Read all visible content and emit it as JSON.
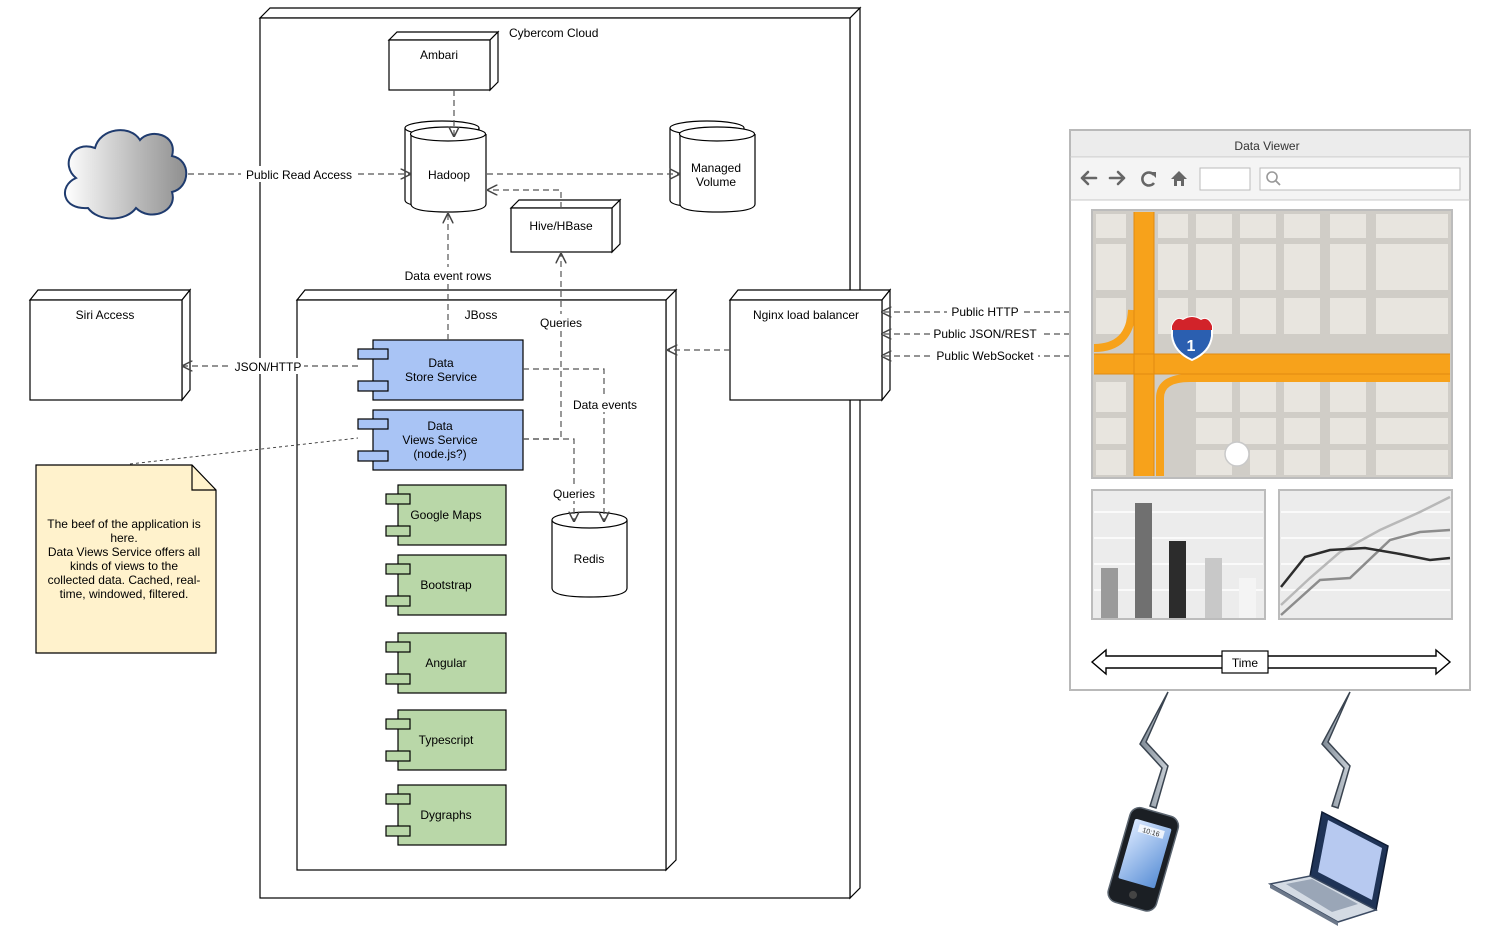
{
  "cloud_title": "Cybercom Cloud",
  "ambari": "Ambari",
  "hadoop": "Hadoop",
  "managed_volume": [
    "Managed",
    "Volume"
  ],
  "hive": "Hive/HBase",
  "jboss": "JBoss",
  "nginx": "Nginx load balancer",
  "siri": "Siri Access",
  "store_service": [
    "Data",
    "Store Service"
  ],
  "views_service": [
    "Data",
    "Views Service",
    "(node.js?)"
  ],
  "redis": "Redis",
  "components": [
    "Google Maps",
    "Bootstrap",
    "Angular",
    "Typescript",
    "Dygraphs"
  ],
  "edge_labels": {
    "public_read": "Public Read Access",
    "data_event_rows": "Data event rows",
    "queries_hive": "Queries",
    "json_http": "JSON/HTTP",
    "data_events": "Data events",
    "queries_redis": "Queries",
    "public_http": "Public HTTP",
    "public_json": "Public JSON/REST",
    "public_ws": "Public WebSocket"
  },
  "note": [
    "The beef of the application is",
    "here.",
    "Data Views Service offers all",
    "kinds of views to the",
    "collected data. Cached, real-",
    "time, windowed, filtered."
  ],
  "viewer": {
    "title": "Data Viewer",
    "highway_number": "1",
    "time_label": "Time",
    "phone_clock": "10:16"
  },
  "colors": {
    "service_blue": "#a9c4f5",
    "component_green": "#b9d7a8",
    "note_yellow": "#fff2cc",
    "road_orange": "#f7a21b",
    "shield_blue": "#2b5fb0",
    "shield_red": "#d2232a"
  },
  "icons": [
    "back-arrow-icon",
    "forward-arrow-icon",
    "reload-icon",
    "home-icon",
    "search-icon",
    "cloud-icon",
    "phone-icon",
    "laptop-icon",
    "lightning-icon",
    "interstate-shield-icon"
  ]
}
